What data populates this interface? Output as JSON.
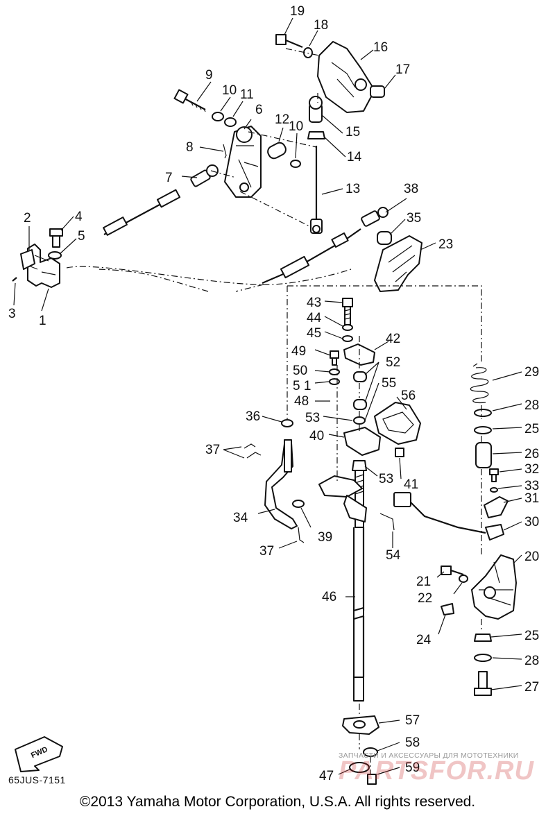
{
  "diagram": {
    "reference_code": "65JUS-7151",
    "copyright": "©2013 Yamaha Motor Corporation, U.S.A. All rights reserved.",
    "direction_marker": "FWD",
    "watermark": {
      "line": "ЗАПЧАСТИ И АКСЕССУАРЫ ДЛЯ МОТОТЕХНИКИ",
      "logo": "PARTSFOR.RU"
    },
    "callouts": [
      "1",
      "2",
      "3",
      "4",
      "5",
      "6",
      "7",
      "8",
      "9",
      "10",
      "10",
      "11",
      "12",
      "13",
      "14",
      "15",
      "16",
      "17",
      "18",
      "19",
      "20",
      "21",
      "22",
      "23",
      "24",
      "25",
      "25",
      "26",
      "27",
      "28",
      "28",
      "29",
      "30",
      "31",
      "32",
      "33",
      "34",
      "35",
      "36",
      "37",
      "37",
      "38",
      "39",
      "40",
      "41",
      "42",
      "43",
      "44",
      "45",
      "46",
      "47",
      "48",
      "49",
      "50",
      "5 1",
      "52",
      "53",
      "53",
      "54",
      "55",
      "56",
      "57",
      "58",
      "59"
    ]
  }
}
